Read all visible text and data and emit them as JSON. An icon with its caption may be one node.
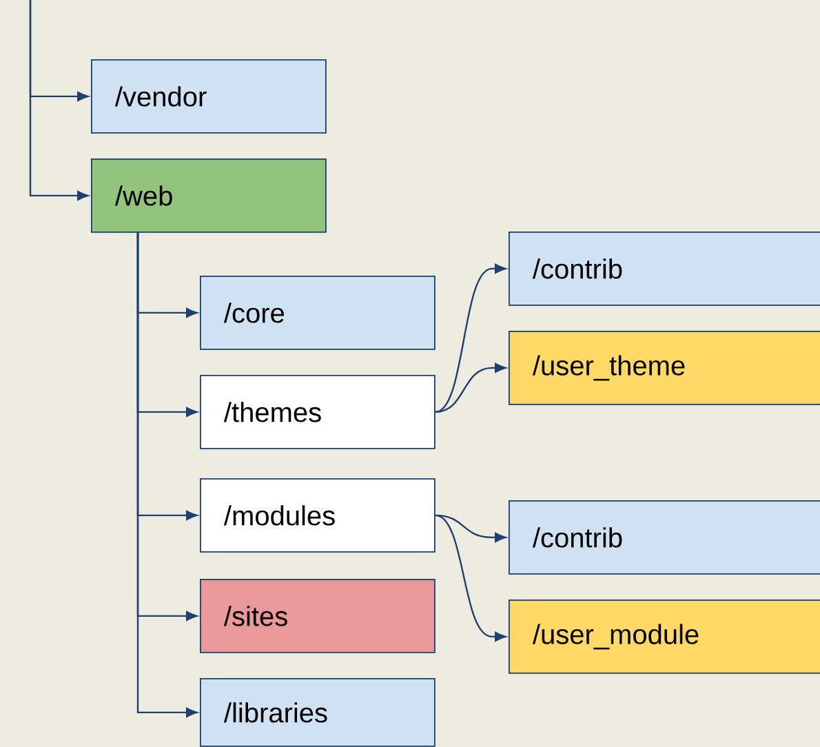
{
  "diagram": {
    "nodes": [
      {
        "text": [
          "/vendor"
        ]
      },
      {
        "text": [
          "/web"
        ]
      },
      {
        "text": [
          "/core"
        ]
      },
      {
        "text": [
          "/themes"
        ]
      },
      {
        "text": [
          "/modules"
        ]
      },
      {
        "text": [
          "/sites"
        ]
      },
      {
        "text": [
          "/libraries"
        ]
      },
      {
        "text": [
          "/contrib"
        ]
      },
      {
        "text": [
          "/user_theme"
        ]
      },
      {
        "text": [
          "/contrib"
        ]
      },
      {
        "text": [
          "/user_module"
        ]
      }
    ],
    "edges": [
      {
        "from": null,
        "to": 0,
        "arrow": "to"
      },
      {
        "from": null,
        "to": 1,
        "arrow": "to"
      },
      {
        "from": 1,
        "to": 2,
        "arrow": "to"
      },
      {
        "from": 1,
        "to": 3,
        "arrow": "to"
      },
      {
        "from": 1,
        "to": 4,
        "arrow": "to"
      },
      {
        "from": 1,
        "to": 5,
        "arrow": "to"
      },
      {
        "from": 1,
        "to": 6,
        "arrow": "to"
      },
      {
        "from": 3,
        "to": 7,
        "arrow": "to"
      },
      {
        "from": 3,
        "to": 8,
        "arrow": "to"
      },
      {
        "from": 4,
        "to": 9,
        "arrow": "to"
      },
      {
        "from": 4,
        "to": 10,
        "arrow": "to"
      }
    ]
  }
}
